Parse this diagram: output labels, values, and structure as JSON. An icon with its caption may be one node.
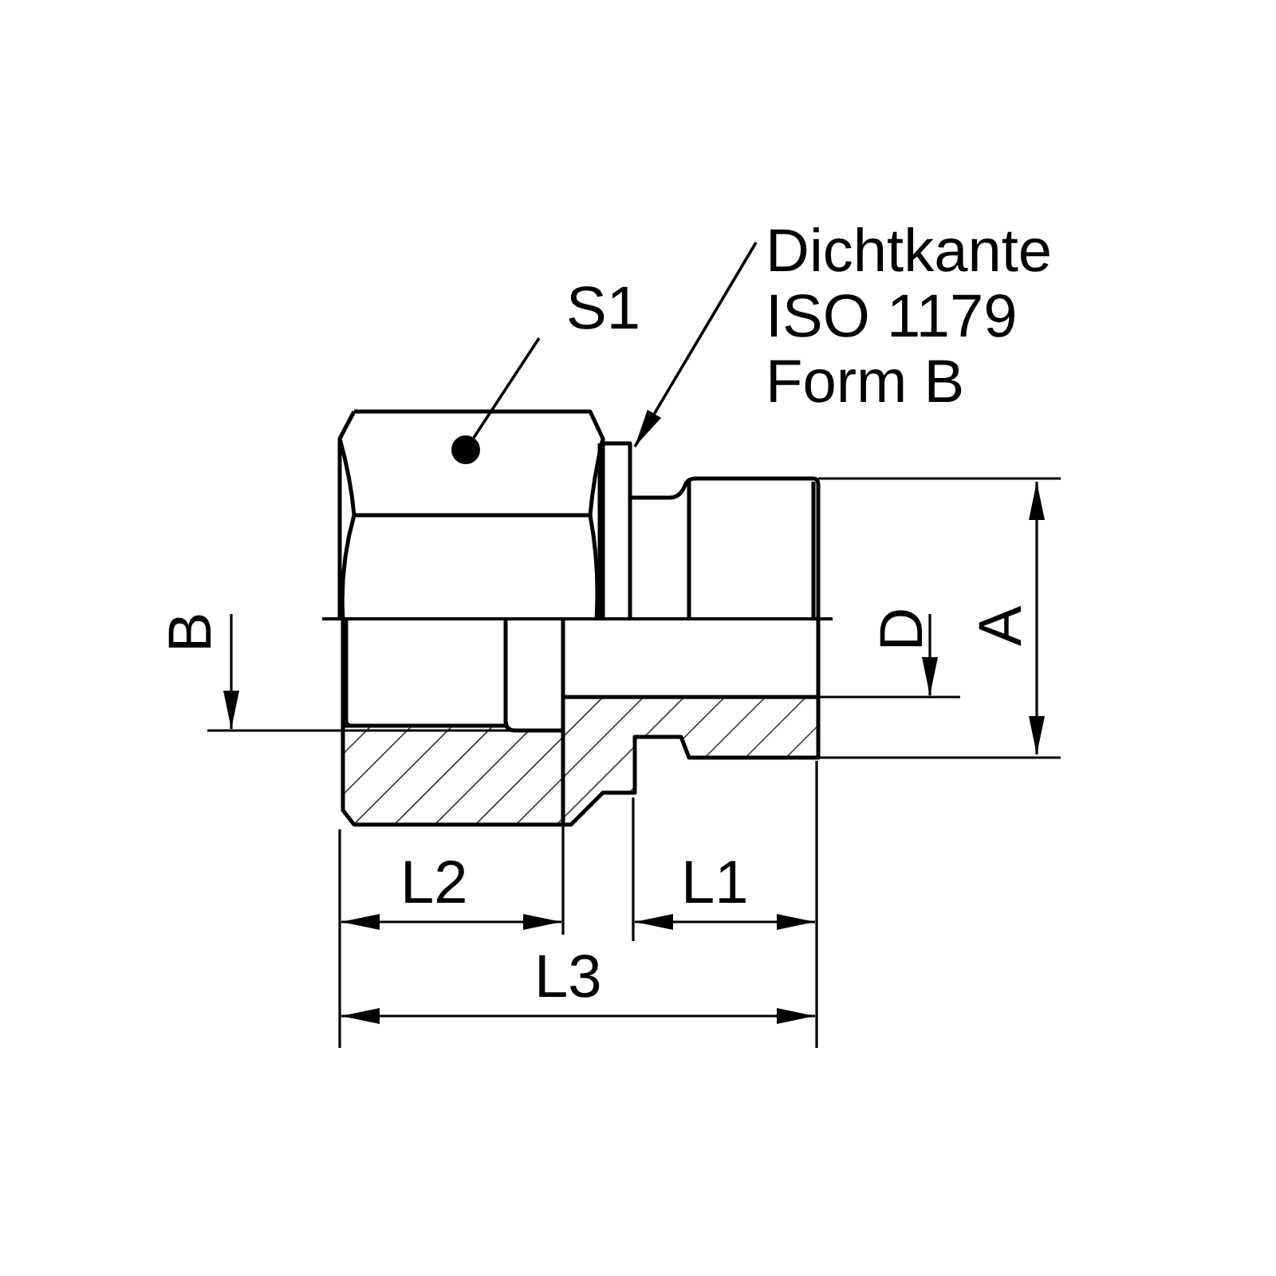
{
  "diagram": {
    "nodes": [
      {
        "text": [
          "S1"
        ]
      },
      {
        "text": [],
        "shape": "circle"
      },
      {
        "text": [
          "Dichtkante ISO 1179 Form B"
        ]
      }
    ],
    "edges": [
      {
        "from": 0,
        "to": 1,
        "arrow": "none"
      },
      {
        "from": 2,
        "to": null,
        "arrow": "to"
      }
    ],
    "labels": [
      "B",
      "D",
      "A",
      "L2",
      "L1",
      "L3"
    ]
  }
}
